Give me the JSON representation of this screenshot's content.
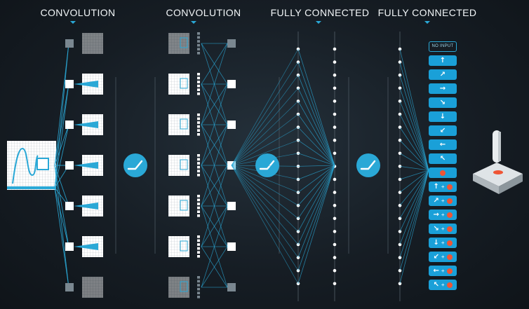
{
  "headings": [
    "CONVOLUTION",
    "CONVOLUTION",
    "FULLY CONNECTED",
    "FULLY CONNECTED"
  ],
  "actions": [
    {
      "arrow": "",
      "fire": false,
      "label": "NO INPUT"
    },
    {
      "arrow": "↑",
      "fire": false
    },
    {
      "arrow": "↗",
      "fire": false
    },
    {
      "arrow": "→",
      "fire": false
    },
    {
      "arrow": "↘",
      "fire": false
    },
    {
      "arrow": "↓",
      "fire": false
    },
    {
      "arrow": "↙",
      "fire": false
    },
    {
      "arrow": "←",
      "fire": false
    },
    {
      "arrow": "↖",
      "fire": false
    },
    {
      "arrow": "",
      "fire": true
    },
    {
      "arrow": "↑",
      "fire": true
    },
    {
      "arrow": "↗",
      "fire": true
    },
    {
      "arrow": "→",
      "fire": true
    },
    {
      "arrow": "↘",
      "fire": true
    },
    {
      "arrow": "↓",
      "fire": true
    },
    {
      "arrow": "↙",
      "fire": true
    },
    {
      "arrow": "←",
      "fire": true
    },
    {
      "arrow": "↖",
      "fire": true
    }
  ],
  "colors": {
    "accent": "#2aa8d6",
    "action_bg": "#1aa0d8",
    "fire": "#ef5535",
    "node": "#ffffff",
    "background": "#161d24"
  },
  "icons": [
    "game-screen-icon",
    "relu-activation-icon",
    "joystick-icon",
    "fire-button-icon"
  ]
}
